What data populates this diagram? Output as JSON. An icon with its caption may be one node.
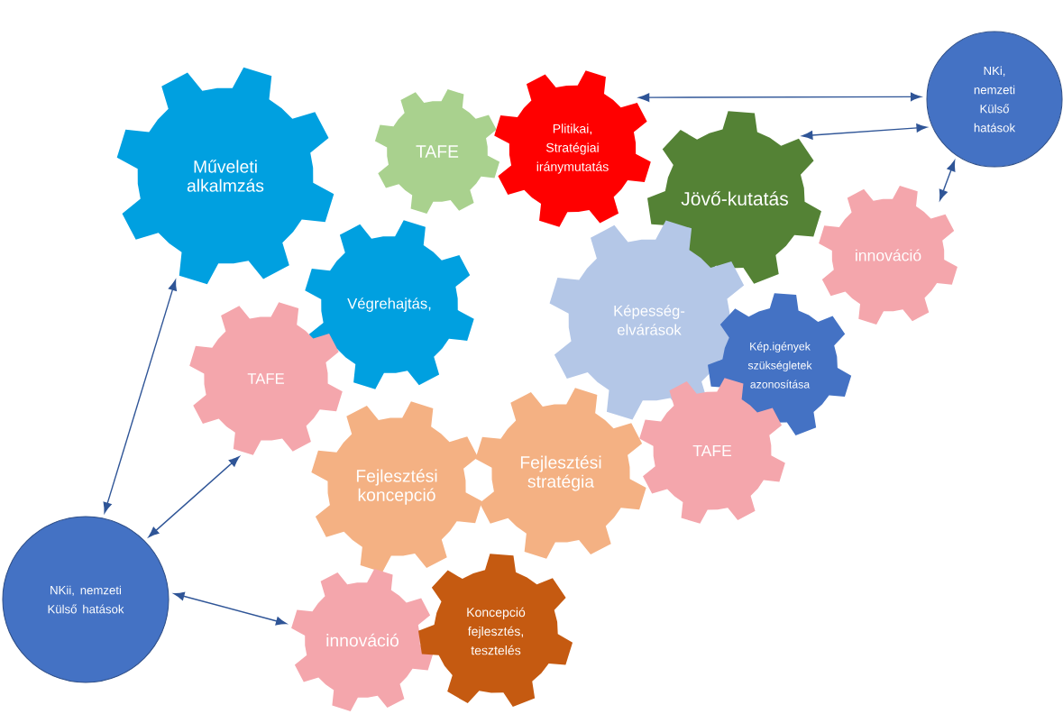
{
  "diagram": {
    "nodes": [
      {
        "text": [
          "Műveleti alkalmzás"
        ]
      },
      {
        "text": [
          "TAFE"
        ]
      },
      {
        "text": [
          "Plitikai, Stratégiai iránymutatás"
        ]
      },
      {
        "text": [
          "NKi, nemzeti Külső hatások"
        ]
      },
      {
        "text": [
          "Jövő-kutatás"
        ]
      },
      {
        "text": [
          "innováció"
        ]
      },
      {
        "text": [
          "Végrehajtás,"
        ]
      },
      {
        "text": [
          "Képesség-elvárások"
        ]
      },
      {
        "text": [
          "TAFE"
        ]
      },
      {
        "text": [
          "Kép.igények szükségletek azonosítása"
        ]
      },
      {
        "text": [
          "Fejlesztési koncepció"
        ]
      },
      {
        "text": [
          "Fejlesztési stratégia"
        ]
      },
      {
        "text": [
          "TAFE"
        ]
      },
      {
        "text": [
          "NKii, nemzeti Külső hatások"
        ]
      },
      {
        "text": [
          "innováció"
        ]
      },
      {
        "text": [
          "Koncepció fejlesztés, tesztelés"
        ]
      }
    ],
    "edges": [
      {
        "from": 2,
        "to": 3,
        "arrow": "both"
      },
      {
        "from": 4,
        "to": 3,
        "arrow": "both"
      },
      {
        "from": 5,
        "to": 3,
        "arrow": "both"
      },
      {
        "from": 0,
        "to": 13,
        "arrow": "both"
      },
      {
        "from": 8,
        "to": 13,
        "arrow": "both"
      },
      {
        "from": 13,
        "to": 14,
        "arrow": "both"
      }
    ]
  }
}
